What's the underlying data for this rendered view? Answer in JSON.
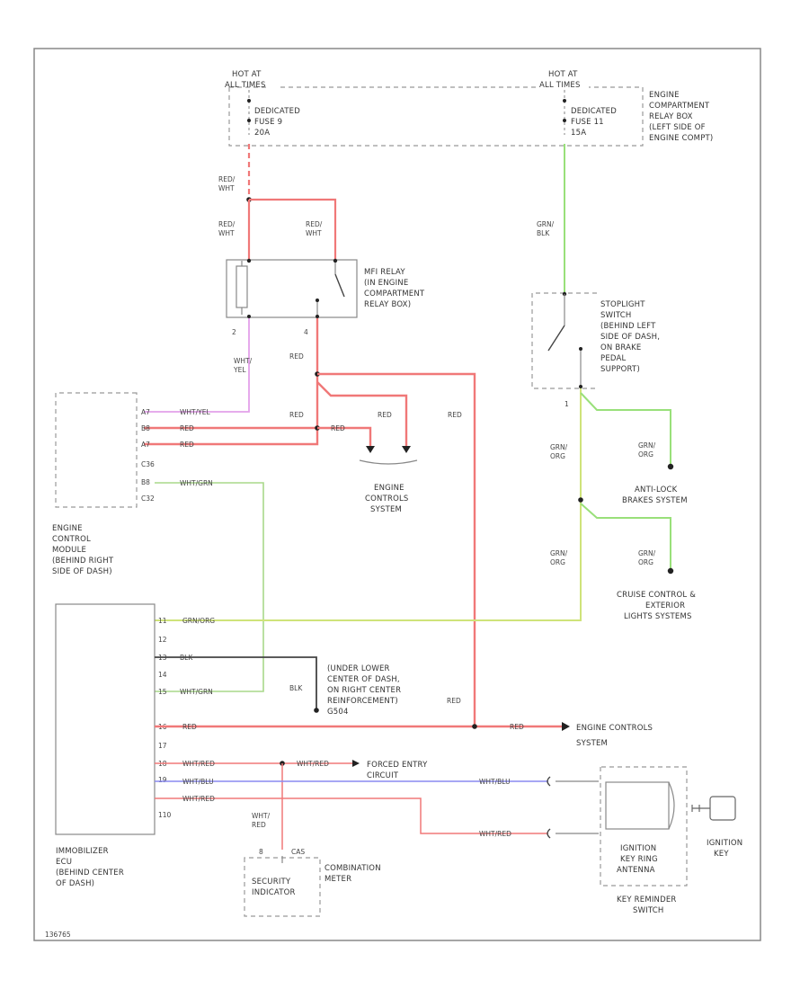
{
  "colors": {
    "red": "#f07878",
    "green": "#99e07a",
    "yellow_green": "#cfe37a",
    "pink": "#e3a0ea",
    "blue": "#8a8af0",
    "black": "#444444",
    "light_green": "#a9d98a"
  },
  "hot_at_battery_left": [
    "HOT AT",
    "ALL TIMES"
  ],
  "hot_at_battery_right": [
    "HOT AT",
    "ALL TIMES"
  ],
  "fuse_left": [
    "DEDICATED",
    "FUSE 9",
    "20A"
  ],
  "fuse_right": [
    "DEDICATED",
    "FUSE 11",
    "15A"
  ],
  "relay_box_label": [
    "ENGINE",
    "COMPARTMENT",
    "RELAY BOX",
    "(LEFT SIDE OF",
    "ENGINE COMPT)"
  ],
  "mfi_relay_label": [
    "MFI RELAY",
    "(IN ENGINE",
    "COMPARTMENT",
    "RELAY BOX)"
  ],
  "stoplight_label": [
    "STOPLIGHT",
    "SWITCH",
    "(BEHIND LEFT",
    "SIDE OF DASH,",
    "ON BRAKE",
    "PEDAL",
    "SUPPORT)"
  ],
  "ecm_label": [
    "ENGINE",
    "CONTROL",
    "MODULE",
    "(BEHIND RIGHT",
    "SIDE OF DASH)"
  ],
  "engine_controls_label": [
    "ENGINE",
    "CONTROLS",
    "SYSTEM"
  ],
  "engine_controls_label_2": [
    "ENGINE CONTROLS",
    "SYSTEM"
  ],
  "abs_label": [
    "ANTI-LOCK",
    "BRAKES SYSTEM"
  ],
  "cruise_label": [
    "CRUISE CONTROL &",
    "EXTERIOR",
    "LIGHTS SYSTEMS"
  ],
  "ground_label": [
    "(UNDER LOWER",
    "CENTER OF DASH,",
    "ON RIGHT CENTER",
    "REINFORCEMENT)",
    "G504"
  ],
  "forced_entry_label": [
    "FORCED ENTRY",
    "CIRCUIT"
  ],
  "immobilizer_label": [
    "IMMOBILIZER",
    "ECU",
    "(BEHIND CENTER",
    "OF DASH)"
  ],
  "security_indicator_label": [
    "SECURITY",
    "INDICATOR"
  ],
  "combination_meter_label": [
    "COMBINATION",
    "METER"
  ],
  "ignition_key_ring_label": [
    "IGNITION",
    "KEY RING",
    "ANTENNA"
  ],
  "ignition_key_label": [
    "IGNITION",
    "KEY"
  ],
  "key_reminder_label": [
    "KEY REMINDER",
    "SWITCH"
  ],
  "wire_labels": {
    "red_wht_1": [
      "RED/",
      "WHT"
    ],
    "red_wht_2": [
      "RED/",
      "WHT"
    ],
    "red_wht_3": [
      "RED/",
      "WHT"
    ],
    "grn_blk": [
      "GRN/",
      "BLK"
    ],
    "wht_yel": [
      "WHT/",
      "YEL"
    ],
    "red_1": "RED",
    "red_2": "RED",
    "red_3": "RED",
    "red_4": "RED",
    "red_5": "RED",
    "red_6": "RED",
    "red_7": "RED",
    "red_8": "RED",
    "wht_yel_ecm": "WHT/YEL",
    "wht_grn_ecm": "WHT/GRN",
    "grn_org_1": [
      "GRN/",
      "ORG"
    ],
    "grn_org_2": [
      "GRN/",
      "ORG"
    ],
    "grn_org_3": [
      "GRN/",
      "ORG"
    ],
    "grn_org_4": [
      "GRN/",
      "ORG"
    ],
    "grn_org_imm": "GRN/ORG",
    "blk_imm": "BLK",
    "blk_g": "BLK",
    "wht_grn_imm": "WHT/GRN",
    "wht_red_1": "WHT/RED",
    "wht_red_2": "WHT/RED",
    "wht_blu": "WHT/BLU",
    "wht_red_3": "WHT/RED",
    "wht_red_4": [
      "WHT/",
      "RED"
    ],
    "wht_blu_r": "WHT/BLU",
    "wht_red_r": "WHT/RED"
  },
  "pins": {
    "relay_2": "2",
    "relay_4": "4",
    "ecm_a1": "A7",
    "ecm_a2": "B8",
    "ecm_a3": "A7",
    "ecm_c36": "C36",
    "ecm_b8": "B8",
    "ecm_c32": "C32",
    "stop_1": "1",
    "imm": [
      "11",
      "12",
      "13",
      "14",
      "15",
      "16",
      "17",
      "18",
      "19",
      "110"
    ],
    "sec_1": "8",
    "sec_2": "CAS"
  },
  "figure_code": "136765"
}
